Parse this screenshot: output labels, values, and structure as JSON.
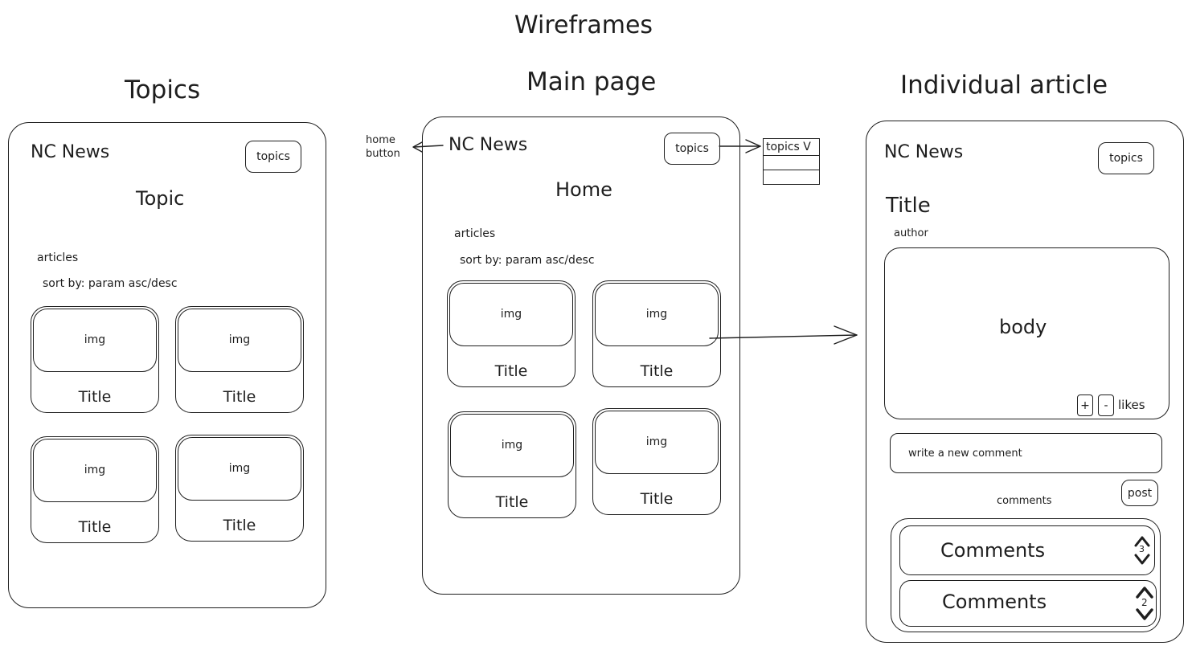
{
  "header": {
    "title": "Wireframes"
  },
  "common": {
    "logo": "NC News",
    "topics_button": "topics"
  },
  "topics": {
    "heading": "Topics",
    "page_title": "Topic",
    "articles_label": "articles",
    "sort_label": "sort by: param asc/desc",
    "cards": [
      {
        "img": "img",
        "title": "Title"
      },
      {
        "img": "img",
        "title": "Title"
      },
      {
        "img": "img",
        "title": "Title"
      },
      {
        "img": "img",
        "title": "Title"
      }
    ]
  },
  "main": {
    "heading": "Main page",
    "page_title": "Home",
    "articles_label": "articles",
    "sort_label": "sort by: param asc/desc",
    "home_note": "home\nbutton",
    "dropdown_label": "topics V",
    "cards": [
      {
        "img": "img",
        "title": "Title"
      },
      {
        "img": "img",
        "title": "Title"
      },
      {
        "img": "img",
        "title": "Title"
      },
      {
        "img": "img",
        "title": "Title"
      }
    ]
  },
  "article": {
    "heading": "Individual article",
    "title": "Title",
    "author": "author",
    "body": "body",
    "plus": "+",
    "minus": "-",
    "likes": "likes",
    "comment_input": "write a new comment",
    "post_button": "post",
    "comments_label": "comments",
    "comments": [
      {
        "text": "Comments",
        "votes": "3"
      },
      {
        "text": "Comments",
        "votes": "2"
      }
    ]
  }
}
